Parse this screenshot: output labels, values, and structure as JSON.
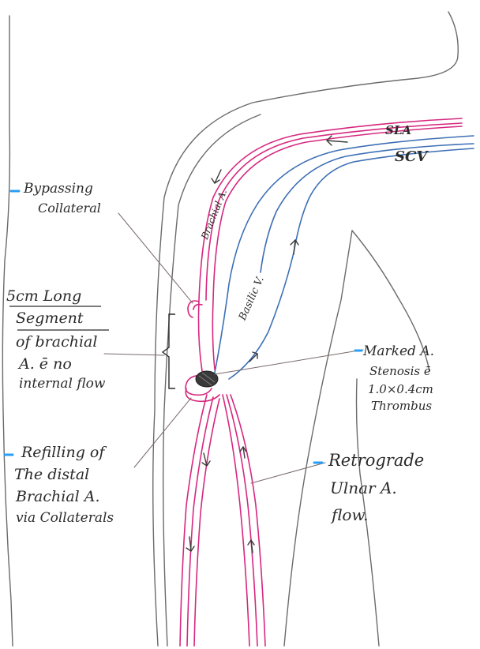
{
  "labels": {
    "bypassing_1": "Bypassing",
    "bypassing_2": "Collateral",
    "segment_1": "5cm Long",
    "segment_2": "Segment",
    "segment_3": "of brachial",
    "segment_4": "A. ē no",
    "segment_5": "internal flow",
    "refilling_1": "Refilling of",
    "refilling_2": "The distal",
    "refilling_3": "Brachial A.",
    "refilling_4": "via Collaterals",
    "marked_1": "Marked A.",
    "marked_2": "Stenosis ē",
    "marked_3": "1.0×0.4cm",
    "marked_4": "Thrombus",
    "retrograde_1": "Retrograde",
    "retrograde_2": "Ulnar A.",
    "retrograde_3": "flow.",
    "sla": "SLA",
    "scv": "SCV",
    "brachial": "Brachial A.",
    "basilic": "Basilic V."
  },
  "colors": {
    "artery": "#d6287f",
    "vein": "#3d6fb5",
    "outline": "#6b6b6b",
    "ink": "#2b2b2b",
    "bullet": "#2a9df4",
    "thrombus": "#3a3a3a"
  }
}
